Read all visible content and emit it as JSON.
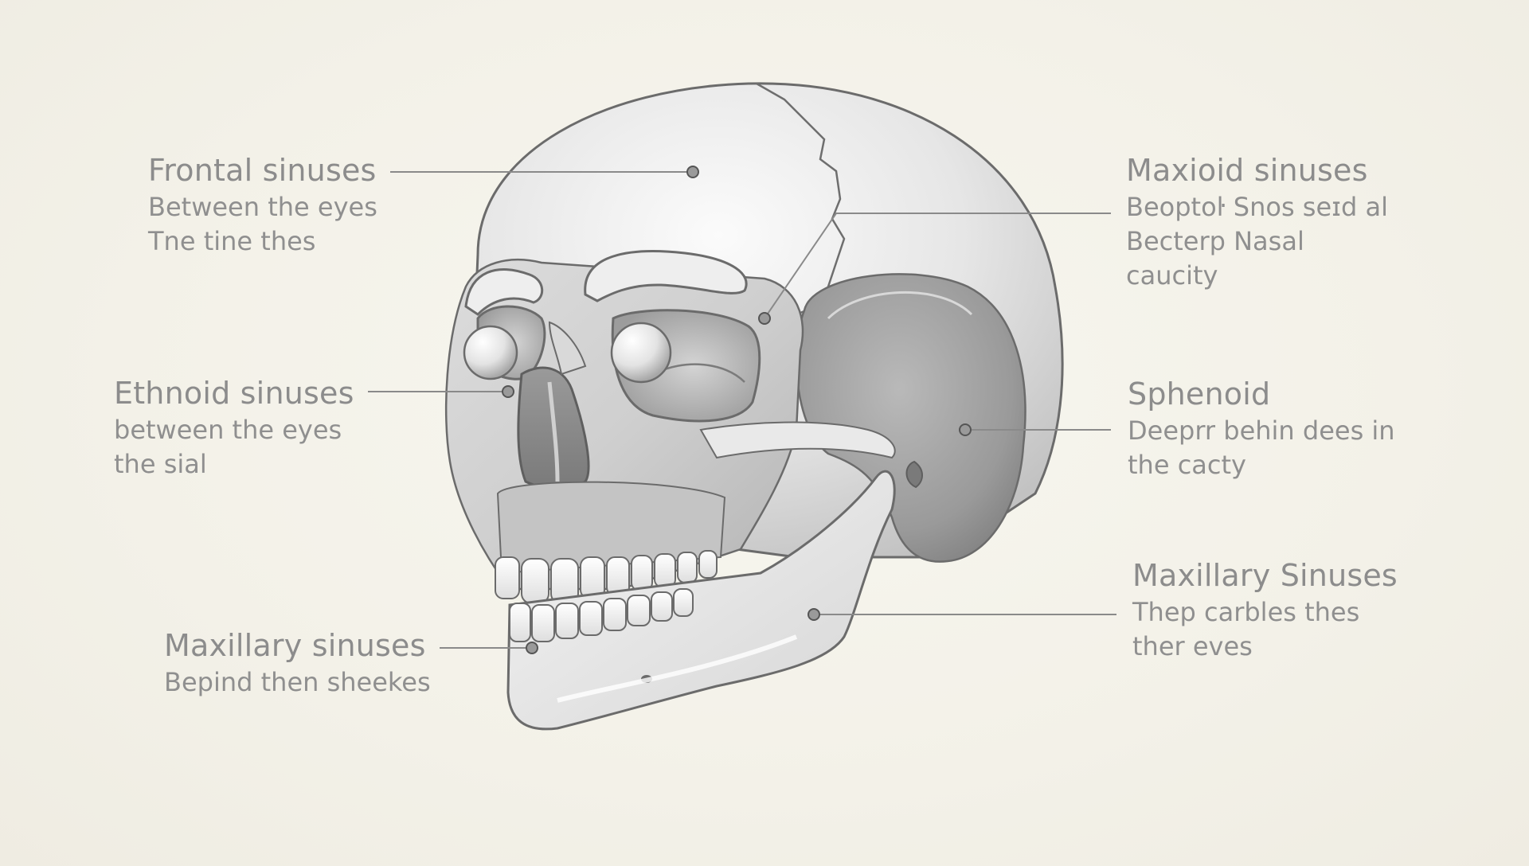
{
  "diagram": {
    "labels": [
      {
        "key": "frontal",
        "title": "Frontal sinuses",
        "lines": [
          "Between the eyes",
          "Tne tine thes"
        ]
      },
      {
        "key": "ethmoid",
        "title": "Ethnoid sinuses",
        "lines": [
          "between the eyes",
          "the sial"
        ]
      },
      {
        "key": "maxillary_left",
        "title": "Maxillary sinuses",
        "lines": [
          "Bepind then sheekes"
        ]
      },
      {
        "key": "maxoid",
        "title": "Maxioid sinuses",
        "lines": [
          "Beoptoŀ Snos seɪd al",
          "Becterp Nasal",
          "caucity"
        ]
      },
      {
        "key": "sphenoid",
        "title": "Sphenoid",
        "lines": [
          "Deeprr behin dees in",
          "the cacty"
        ]
      },
      {
        "key": "maxillary_right",
        "title": "Maxillary Sinuses",
        "lines": [
          "Thep carbles thes",
          "ther eves"
        ]
      }
    ]
  },
  "colors": {
    "background": "#f4f2ea",
    "bone_light": "#f2f2f2",
    "bone_mid": "#c9c9c9",
    "bone_dark": "#8d8d8d",
    "outline": "#6b6b6b",
    "text": "#8c8c8c",
    "leader": "#8a8a8a"
  }
}
